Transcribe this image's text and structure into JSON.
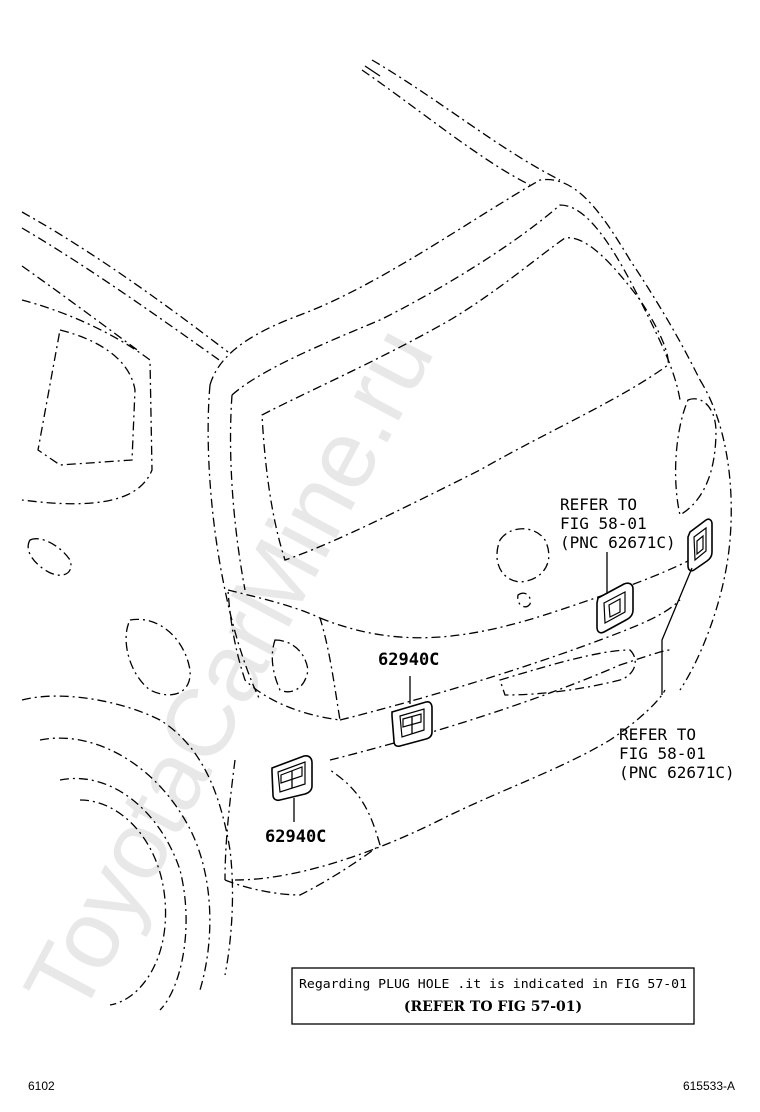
{
  "watermark": "ToyotaCarMine.ru",
  "labels": {
    "part_upper": "62940C",
    "part_lower": "62940C",
    "refer_upper": [
      "REFER TO",
      "FIG 58-01",
      "(PNC 62671C)"
    ],
    "refer_lower": [
      "REFER TO",
      "FIG 58-01",
      "(PNC 62671C)"
    ]
  },
  "note": {
    "line1": "Regarding PLUG HOLE .it is indicated in FIG 57-01",
    "line2": "(REFER TO FIG 57-01)"
  },
  "footer": {
    "left_code": "6102",
    "right_code": "615533-A"
  }
}
